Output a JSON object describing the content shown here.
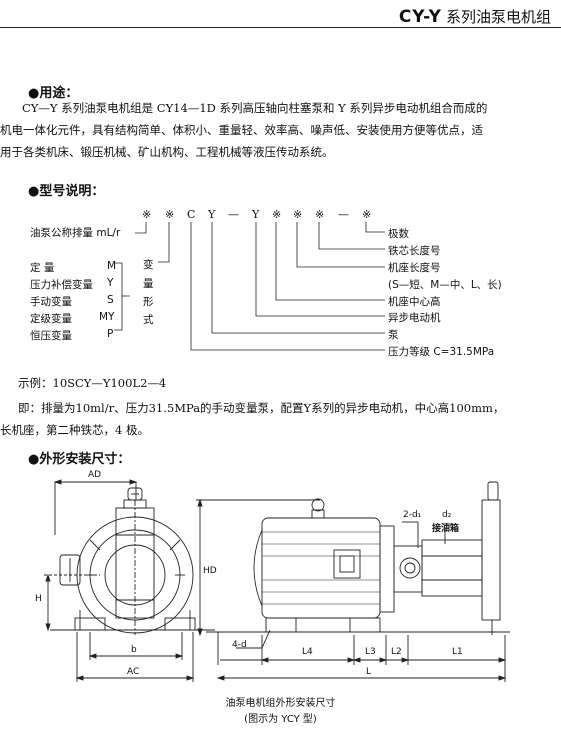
{
  "header": {
    "title_bold": "CY-Y",
    "title_rest": "系列油泵电机组"
  },
  "usage": {
    "heading": "●用途：",
    "lines": [
      "CY—Y 系列油泵电机组是 CY14—1D 系列高压轴向柱塞泵和 Y 系列异步电动机组合而成的",
      "机电一体化元件，具有结构简单、体积小、重量轻、效率高、噪声低、安装使用方便等优点，适",
      "用于各类机床、锻压机械、矿山机构、工程机械等液压传动系统。"
    ]
  },
  "model": {
    "heading": "●型号说明：",
    "code_chars": [
      "※",
      "※",
      "C",
      "Y",
      "—",
      "Y",
      "※",
      "※",
      "※",
      "—",
      "※"
    ],
    "left_label": "油泵公称排量 mL/r",
    "variable_types": [
      {
        "name": "定 量",
        "code": "M"
      },
      {
        "name": "压力补偿变量",
        "code": "Y"
      },
      {
        "name": "手动变量",
        "code": "S"
      },
      {
        "name": "定级变量",
        "code": "MY"
      },
      {
        "name": "恒压变量",
        "code": "P"
      }
    ],
    "variable_word": [
      "变",
      "量",
      "形",
      "式"
    ],
    "right_labels": [
      "极数",
      "铁芯长度号",
      "机座长度号",
      "(S—短、M—中、L、长)",
      "机座中心高",
      "异步电动机",
      "泵",
      "压力等级 C=31.5MPa"
    ]
  },
  "example": {
    "label": "示例：10SCY—Y100L2—4",
    "desc_lines": [
      "即：排量为10ml/r、压力31.5MPa的手动变量泵，配置Y系列的异步电动机，中心高100mm，",
      "长机座，第二种铁芯，4 极。"
    ]
  },
  "dimensions": {
    "heading": "●外形安装尺寸：",
    "labels": {
      "AD": "AD",
      "H": "H",
      "b": "b",
      "AC": "AC",
      "HD": "HD",
      "four_d": "4-d",
      "L4": "L4",
      "L3": "L3",
      "L2": "L2",
      "L1": "L1",
      "L": "L",
      "two_d1": "2-d₁",
      "d2": "d₂",
      "oil_box": "接油箱"
    },
    "caption": "油泵电机组外形安装尺寸",
    "subcaption": "(图示为 YCY 型)"
  }
}
